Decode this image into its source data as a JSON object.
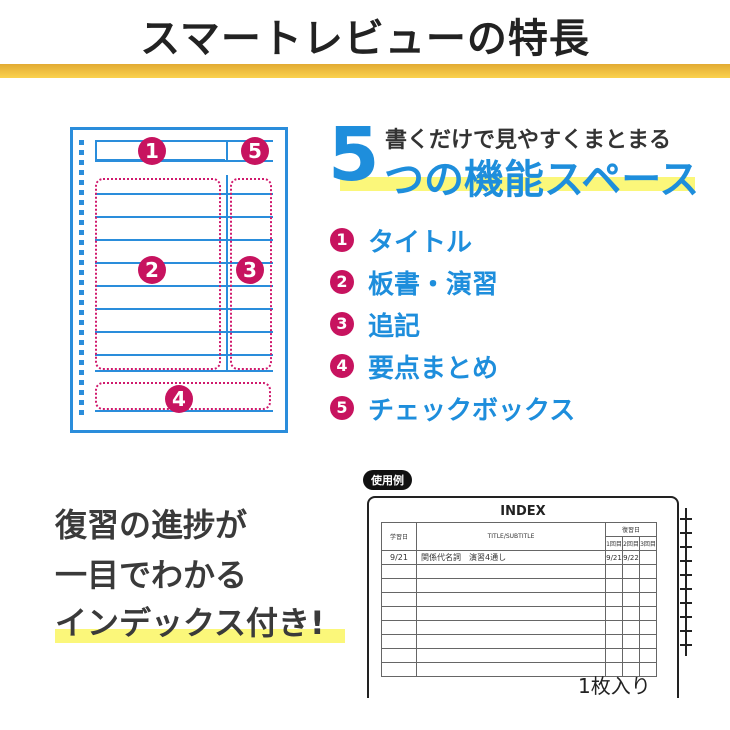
{
  "header": {
    "title": "スマートレビューの特長"
  },
  "diagram": {
    "badges": [
      "1",
      "2",
      "3",
      "4",
      "5"
    ]
  },
  "features": {
    "subtitle": "書くだけで見やすくまとまる",
    "big_number": "5",
    "headline": "つの機能スペース",
    "items": [
      {
        "num": "1",
        "label": "タイトル"
      },
      {
        "num": "2",
        "label": "板書・演習"
      },
      {
        "num": "3",
        "label": "追記"
      },
      {
        "num": "4",
        "label": "要点まとめ"
      },
      {
        "num": "5",
        "label": "チェックボックス"
      }
    ]
  },
  "index_promo": {
    "lines": [
      "復習の進捗が",
      "一目でわかる",
      "インデックス付き!"
    ]
  },
  "index_sample": {
    "badge": "使用例",
    "title": "INDEX",
    "columns": {
      "date": "学習日",
      "title": "TITLE/SUBTITLE",
      "review": "復習日",
      "review_sub": [
        "1回目",
        "2回目",
        "3回目"
      ]
    },
    "row": {
      "date": "9/21",
      "title": "関係代名詞　演習4通し",
      "r1": "9/21",
      "r2": "9/22",
      "r3": ""
    },
    "note": "1枚入り"
  },
  "colors": {
    "accent_blue": "#1e8edc",
    "accent_magenta": "#c7135f",
    "highlight_yellow": "#fbf77a",
    "bar_gold": "#f4c542"
  }
}
